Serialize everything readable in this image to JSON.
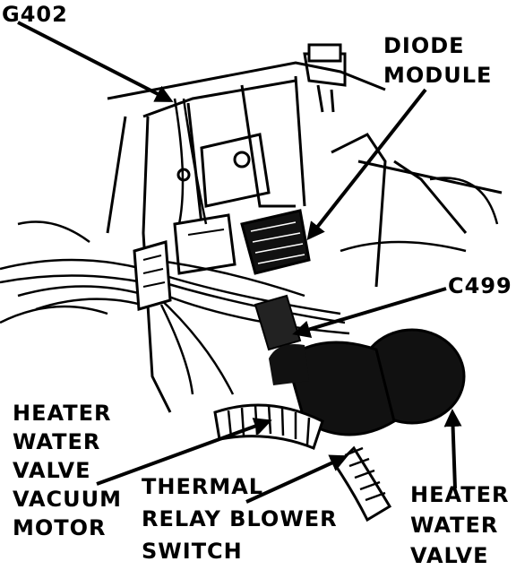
{
  "labels": {
    "g402": "G402",
    "diode_module": [
      "DIODE",
      "MODULE"
    ],
    "c499": "C499",
    "heater_water_valve_vacuum_motor": [
      "HEATER",
      "WATER",
      "VALVE",
      "VACUUM",
      "MOTOR"
    ],
    "thermal_relay_blower_switch": [
      "THERMAL",
      "RELAY BLOWER",
      "SWITCH"
    ],
    "heater_water_valve": [
      "HEATER",
      "WATER",
      "VALVE"
    ]
  },
  "colors": {
    "ink": "#000000",
    "paper": "#ffffff"
  }
}
